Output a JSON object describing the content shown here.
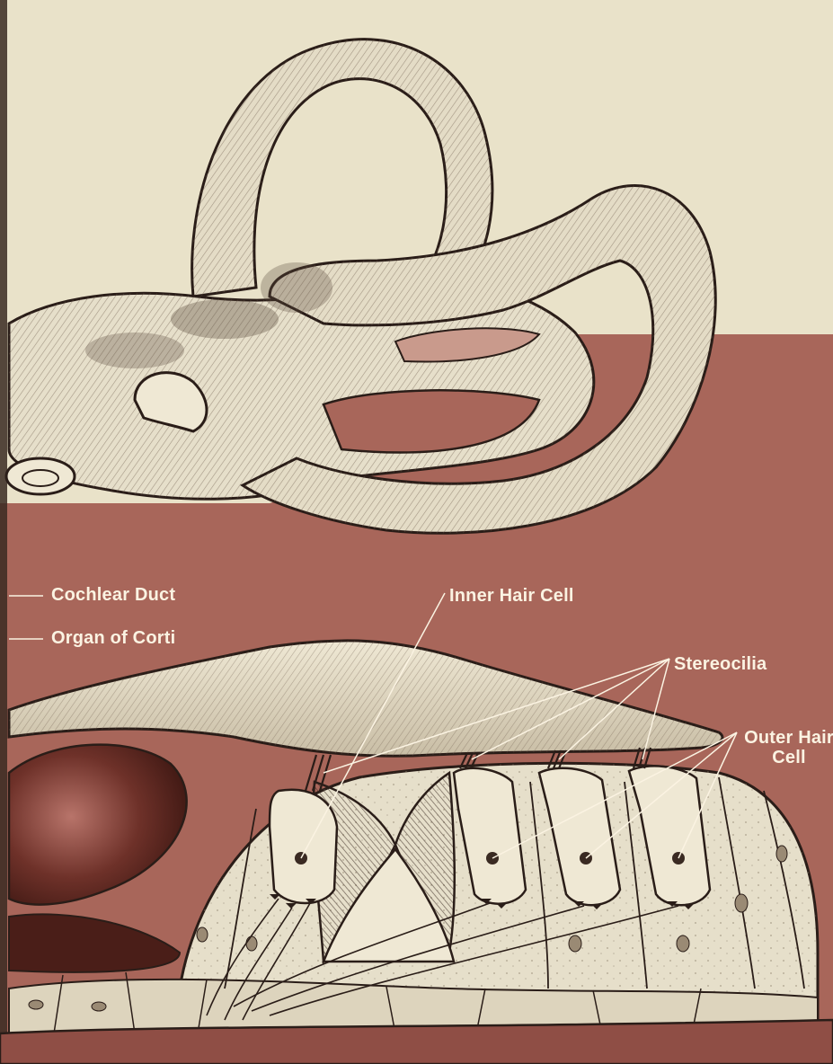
{
  "colors": {
    "paper": "#e9e2c9",
    "background": "#a8665a",
    "background_dark": "#8f4e45",
    "tissue": "#e4dcc6",
    "tissue_shade": "#b9b09a",
    "ink": "#2a1d18",
    "label_text": "#fbf3e2",
    "dark_bulb": "#5a2a22"
  },
  "labels": {
    "cochlear_duct": "Cochlear Duct",
    "organ_of_corti": "Organ of Corti",
    "inner_hair_cell": "Inner Hair Cell",
    "stereocilia": "Stereocilia",
    "outer_hair_cell_line1": "Outer Hair",
    "outer_hair_cell_line2": "Cell"
  }
}
